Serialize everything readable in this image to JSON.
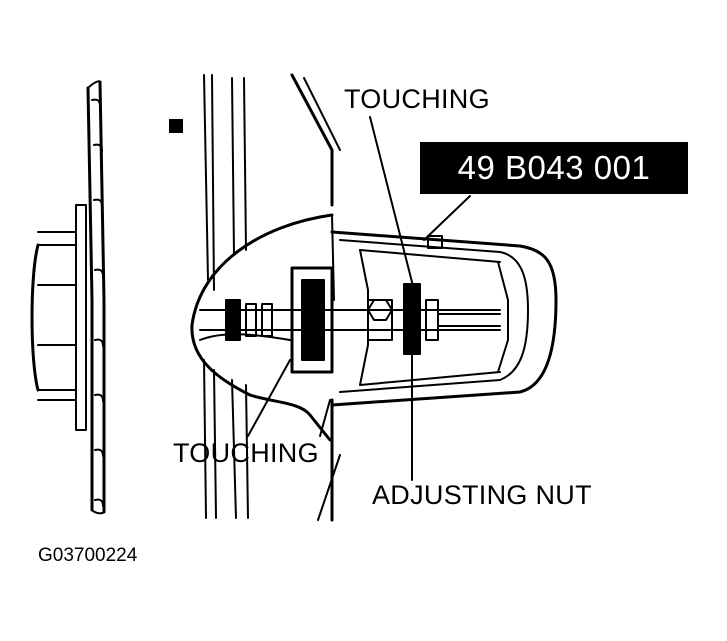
{
  "labels": {
    "touching_top": "TOUCHING",
    "touching_bottom": "TOUCHING",
    "adjusting_nut": "ADJUSTING NUT",
    "tool_number": "49 B043 001"
  },
  "figure_id": "G03700224"
}
